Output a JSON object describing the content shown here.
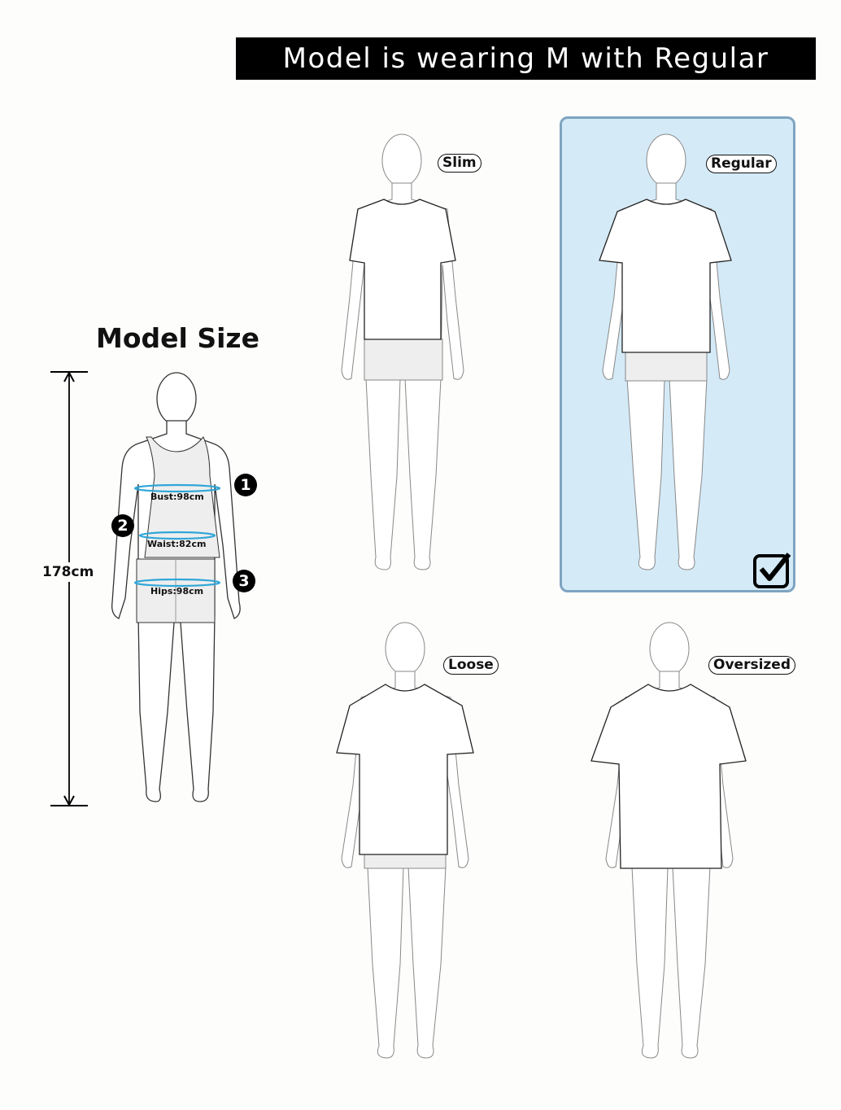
{
  "banner": {
    "text": "Model is wearing M with Regular"
  },
  "model_size": {
    "title": "Model Size",
    "height": "178cm",
    "measurements": [
      {
        "index": "1",
        "label": "Bust:98cm"
      },
      {
        "index": "2",
        "label": "Waist:82cm"
      },
      {
        "index": "3",
        "label": "Hips:98cm"
      }
    ]
  },
  "fits": [
    {
      "label": "Slim",
      "selected": false
    },
    {
      "label": "Regular",
      "selected": true
    },
    {
      "label": "Loose",
      "selected": false
    },
    {
      "label": "Oversized",
      "selected": false
    }
  ],
  "colors": {
    "banner_bg": "#000000",
    "selected_bg": "#d4eaf7",
    "selected_border": "#7fa4c0",
    "measure_ring": "#2fa6d8"
  },
  "icons": {
    "selected_check": "checkbox-checked-icon"
  }
}
